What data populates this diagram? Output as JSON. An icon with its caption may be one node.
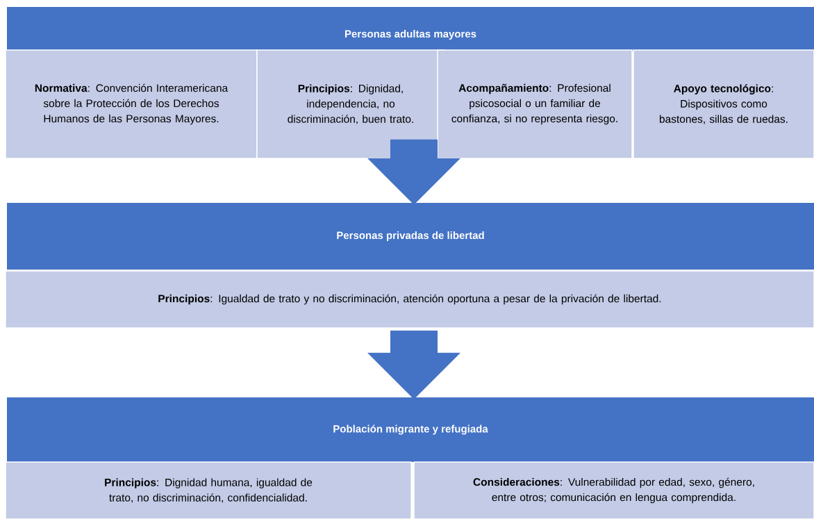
{
  "diagram": {
    "nodes": [
      {
        "text": [
          "Personas adultas mayores"
        ]
      },
      {
        "text": [
          "**Normativa**: Convención Interamericana sobre la Protección de los Derechos Humanos de las Personas Mayores."
        ]
      },
      {
        "text": [
          "**Principios**: Dignidad, independencia, no discriminación, buen trato."
        ]
      },
      {
        "text": [
          "**Acompañamiento**: Profesional psicosocial o un familiar de confianza, si no representa riesgo."
        ]
      },
      {
        "text": [
          "**Apoyo tecnológico**: Dispositivos como bastones, sillas de ruedas."
        ]
      },
      {
        "text": [
          "Personas privadas de libertad"
        ]
      },
      {
        "text": [
          "**Principios**: Igualdad de trato y no discriminación, atención oportuna a pesar de la privación de libertad."
        ]
      },
      {
        "text": [
          "Población migrante y refugiada"
        ]
      },
      {
        "text": [
          "**Principios**: Dignidad humana, igualdad de trato, no discriminación, confidencialidad."
        ]
      },
      {
        "text": [
          "**Consideraciones**: Vulnerabilidad por edad, sexo, género, entre otros; comunicación en lengua comprendida."
        ]
      }
    ],
    "edges": [
      {
        "from": 2,
        "to": 5,
        "arrow": "to"
      },
      {
        "from": 6,
        "to": 7,
        "arrow": "to"
      }
    ]
  }
}
